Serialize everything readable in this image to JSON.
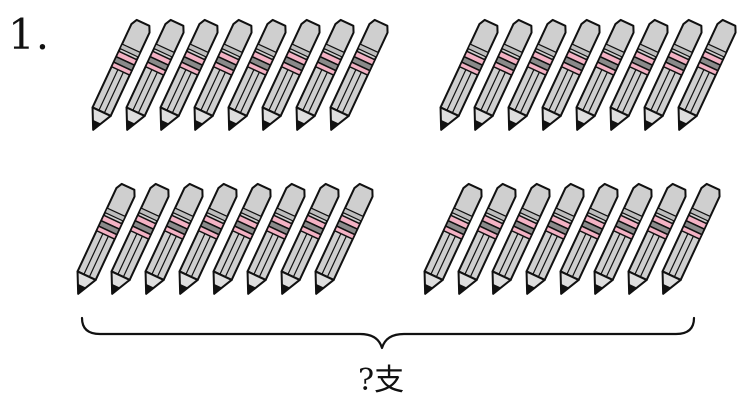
{
  "problem": {
    "number": "1.",
    "question_text": "?支"
  },
  "pencil_groups": {
    "count": 4,
    "pencils_per_group": 8
  },
  "colors": {
    "pencil_body": "#cfcfcf",
    "pencil_stroke": "#111111",
    "band_pink": "#f3b2c4",
    "band_gray": "#8a8a8a",
    "tip": "#111111",
    "brace": "#111111"
  }
}
